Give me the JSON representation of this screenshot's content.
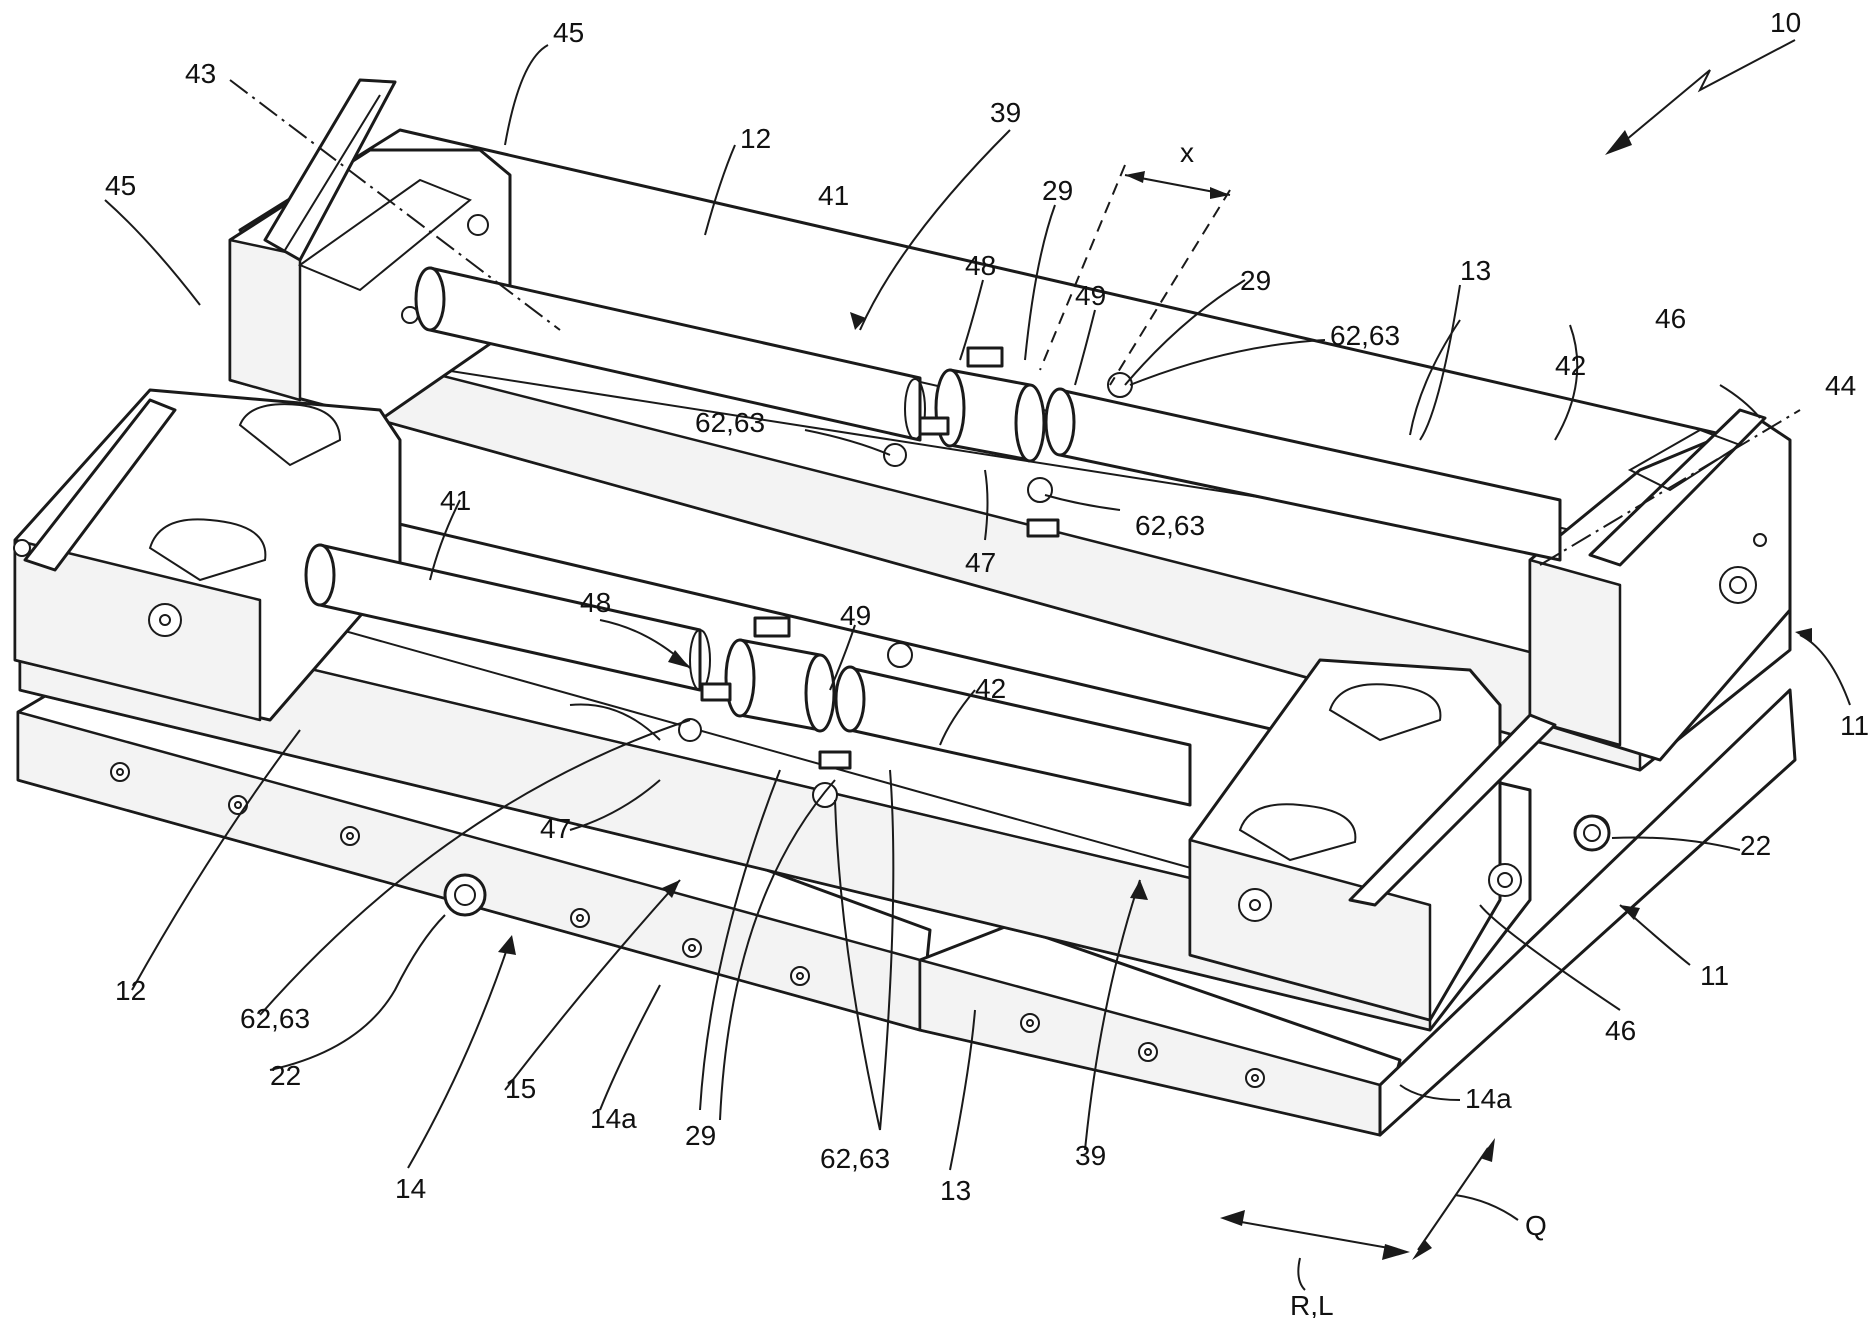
{
  "labels": {
    "l10": "10",
    "l43": "43",
    "l45a": "45",
    "l45b": "45",
    "l39a": "39",
    "l12a": "12",
    "l41a": "41",
    "l29a": "29",
    "lx": "x",
    "l48a": "48",
    "l29b": "29",
    "l49a": "49",
    "l13a": "13",
    "l6263a": "62,63",
    "l46a": "46",
    "l42a": "42",
    "l44": "44",
    "l6263b": "62,63",
    "l6263c": "62,63",
    "l47a": "47",
    "l41b": "41",
    "l48b": "48",
    "l49b": "49",
    "l42b": "42",
    "l11a": "11",
    "l47b": "47",
    "l22a": "22",
    "l12b": "12",
    "l11b": "11",
    "l6263d": "62,63",
    "l46b": "46",
    "l22b": "22",
    "l15": "15",
    "l14a1": "14a",
    "l29c": "29",
    "l13b": "13",
    "l39b": "39",
    "l14a2": "14a",
    "l14": "14",
    "l6263e": "62,63",
    "lQ": "Q",
    "lRL": "R,L"
  },
  "colors": {
    "line": "#1a1a1a",
    "background": "#ffffff",
    "shade": "#f3f3f3"
  }
}
